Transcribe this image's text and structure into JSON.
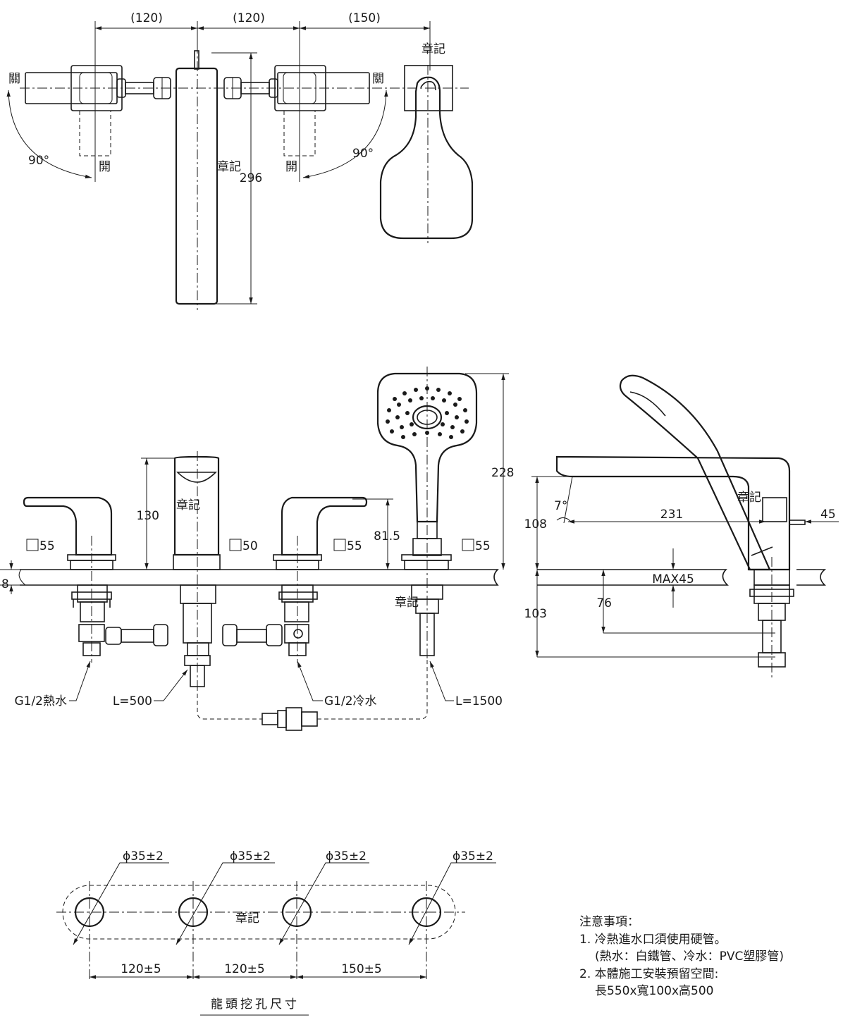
{
  "top_view": {
    "dims": [
      "(120)",
      "(120)",
      "(150)"
    ],
    "close_label": "關",
    "open_label": "開",
    "angle": "90°",
    "brand_mark": "章記",
    "spout_length": "296"
  },
  "elevation": {
    "square_labels": [
      "55",
      "50",
      "55",
      "55"
    ],
    "spout_height": "130",
    "handle_height": "81.5",
    "shower_height": "228",
    "brand_mark": "章記",
    "deck_thickness": "8",
    "hot_inlet": "G1/2熱水",
    "cold_inlet": "G1/2冷水",
    "hose_short": "L=500",
    "hose_long": "L=1500"
  },
  "side_view": {
    "angle": "7°",
    "height_108": "108",
    "reach": "231",
    "offset": "45",
    "max_deck": "MAX45",
    "depth_76": "76",
    "depth_103": "103",
    "brand_mark": "章記"
  },
  "hole_layout": {
    "hole_dia": [
      "ϕ35±2",
      "ϕ35±2",
      "ϕ35±2",
      "ϕ35±2"
    ],
    "spacing": [
      "120±5",
      "120±5",
      "150±5"
    ],
    "brand_mark": "章記",
    "title": "龍頭挖孔尺寸"
  },
  "notes": {
    "heading": "注意事項：",
    "line1": "1. 冷熱進水口須使用硬管。",
    "line2": "(熱水：白鐵管、冷水：PVC塑膠管)",
    "line3": "2. 本體施工安裝預留空間:",
    "line4": "長550x寬100x高500"
  }
}
